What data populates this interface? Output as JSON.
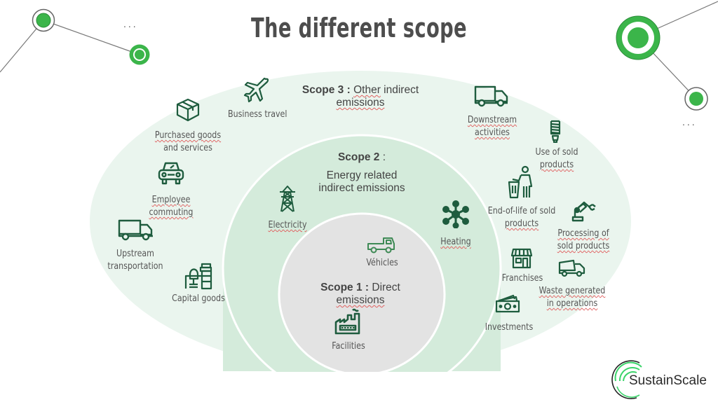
{
  "title": "The different scope",
  "colors": {
    "accent_green": "#3bb54a",
    "icon_green": "#1e5c3e",
    "scope3_fill": "#eaf5ee",
    "scope2_fill": "#d4ebdb",
    "scope1_fill": "#e3e3e3",
    "text_gray": "#555555"
  },
  "decor": {
    "dots_left": "...",
    "dots_right": "..."
  },
  "scope3": {
    "title_bold": "Scope 3 :",
    "title_rest": "Other",
    "title_rest2": "indirect",
    "title_line2": "emissions",
    "items": [
      {
        "label": "Business travel",
        "icon": "airplane-icon"
      },
      {
        "label_l1": "Purchased goods",
        "label_l2": "and services",
        "icon": "box-icon"
      },
      {
        "label_l1": "Employee",
        "label_l2": "commuting",
        "icon": "car-icon"
      },
      {
        "label_l1": "Upstream",
        "label_l2": "transportation",
        "icon": "truck-icon"
      },
      {
        "label": "Capital goods",
        "icon": "office-furniture-icon"
      },
      {
        "label_l1": "Downstream",
        "label_l2": "activities",
        "icon": "delivery-truck-icon"
      },
      {
        "label_l1": "Use of sold",
        "label_l2": "products",
        "icon": "light-bulb-icon"
      },
      {
        "label_l1": "End-of-life of sold",
        "label_l2": "products",
        "icon": "trash-disposal-icon"
      },
      {
        "label_l1": "Processing of",
        "label_l2": "sold products",
        "icon": "robot-arm-icon"
      },
      {
        "label": "Franchises",
        "icon": "storefront-icon"
      },
      {
        "label_l1": "Waste generated",
        "label_l2": "in operations",
        "icon": "dump-truck-icon"
      },
      {
        "label": "Investments",
        "icon": "money-icon"
      }
    ]
  },
  "scope2": {
    "title_bold": "Scope 2",
    "title_rest": " :",
    "subtitle_l1": "Energy related",
    "subtitle_l2": "indirect emissions",
    "items": [
      {
        "label": "Electricity",
        "icon": "power-pylon-icon"
      },
      {
        "label": "Heating",
        "icon": "network-hub-icon"
      }
    ]
  },
  "scope1": {
    "title_bold": "Scope 1 :",
    "title_rest": " Direct",
    "title_line2": "emissions",
    "items": [
      {
        "label": "Véhicles",
        "icon": "pickup-truck-icon"
      },
      {
        "label": "Facilities",
        "icon": "factory-icon"
      }
    ]
  },
  "logo": {
    "text": "SustainScale"
  }
}
